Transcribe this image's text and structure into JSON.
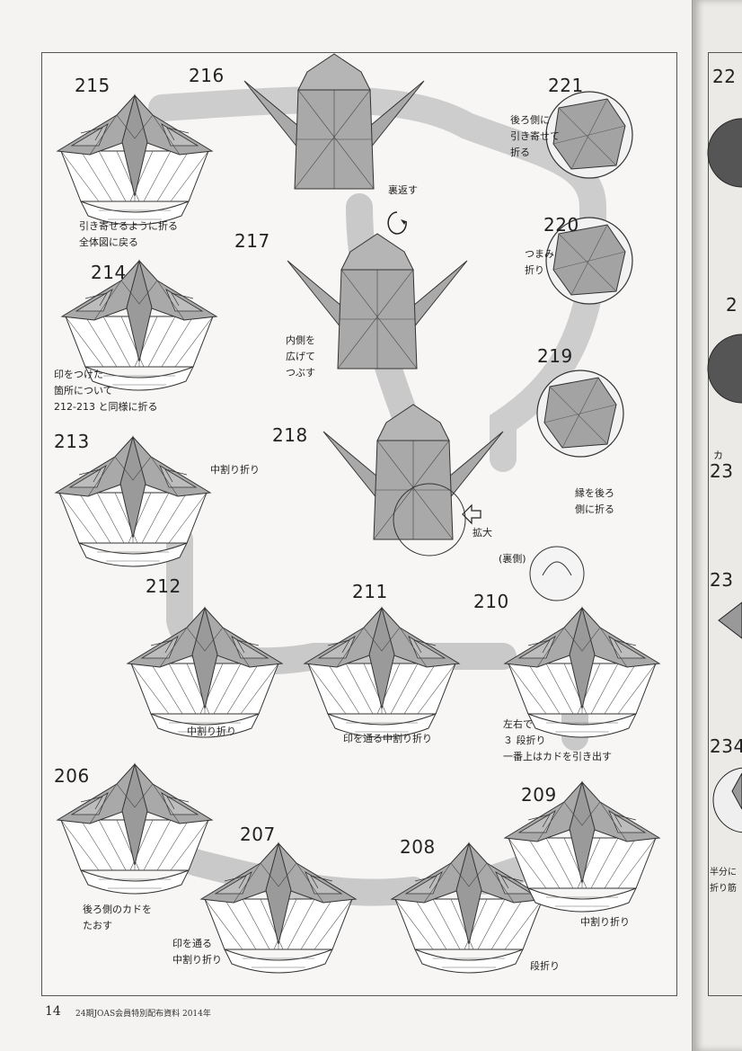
{
  "steps": {
    "s215": {
      "num": "215",
      "caption": "引き寄せるように折る\n全体図に戻る"
    },
    "s216": {
      "num": "216",
      "caption": "裏返す"
    },
    "s221": {
      "num": "221",
      "caption": "後ろ側に\n引き寄せて\n折る"
    },
    "s217": {
      "num": "217",
      "caption": "内側を\n広げて\nつぶす"
    },
    "s220": {
      "num": "220",
      "caption": "つまみ\n折り"
    },
    "s214": {
      "num": "214",
      "caption": "印をつけた\n箇所について\n212-213 と同様に折る"
    },
    "s219": {
      "num": "219",
      "caption": "縁を後ろ\n側に折る"
    },
    "s213": {
      "num": "213",
      "caption": "中割り折り"
    },
    "s218": {
      "num": "218",
      "caption": "拡大"
    },
    "s212": {
      "num": "212",
      "caption": "中割り折り"
    },
    "s211": {
      "num": "211",
      "caption": "印を通る中割り折り"
    },
    "s210": {
      "num": "210",
      "caption": "左右で\n３ 段折り\n一番上はカドを引き出す",
      "tag": "(裏側)"
    },
    "s206": {
      "num": "206",
      "caption": "後ろ側のカドを\nたおす"
    },
    "s207": {
      "num": "207",
      "caption": "印を通る\n中割り折り"
    },
    "s208": {
      "num": "208",
      "caption": "段折り"
    },
    "s209": {
      "num": "209",
      "caption": "中割り折り"
    }
  },
  "right_page": {
    "n1": "22",
    "n2": "2",
    "n3": "23",
    "n4": "23",
    "n5": "234",
    "cap1": "カ",
    "cap2": "半分に\n折り筋"
  },
  "footer": {
    "page_number": "14",
    "text": "24期JOAS会員特別配布資料 2014年"
  },
  "colors": {
    "paper": "#a9a9a9",
    "white": "#ffffff",
    "path": "#c6c6c6",
    "line": "#333333"
  }
}
